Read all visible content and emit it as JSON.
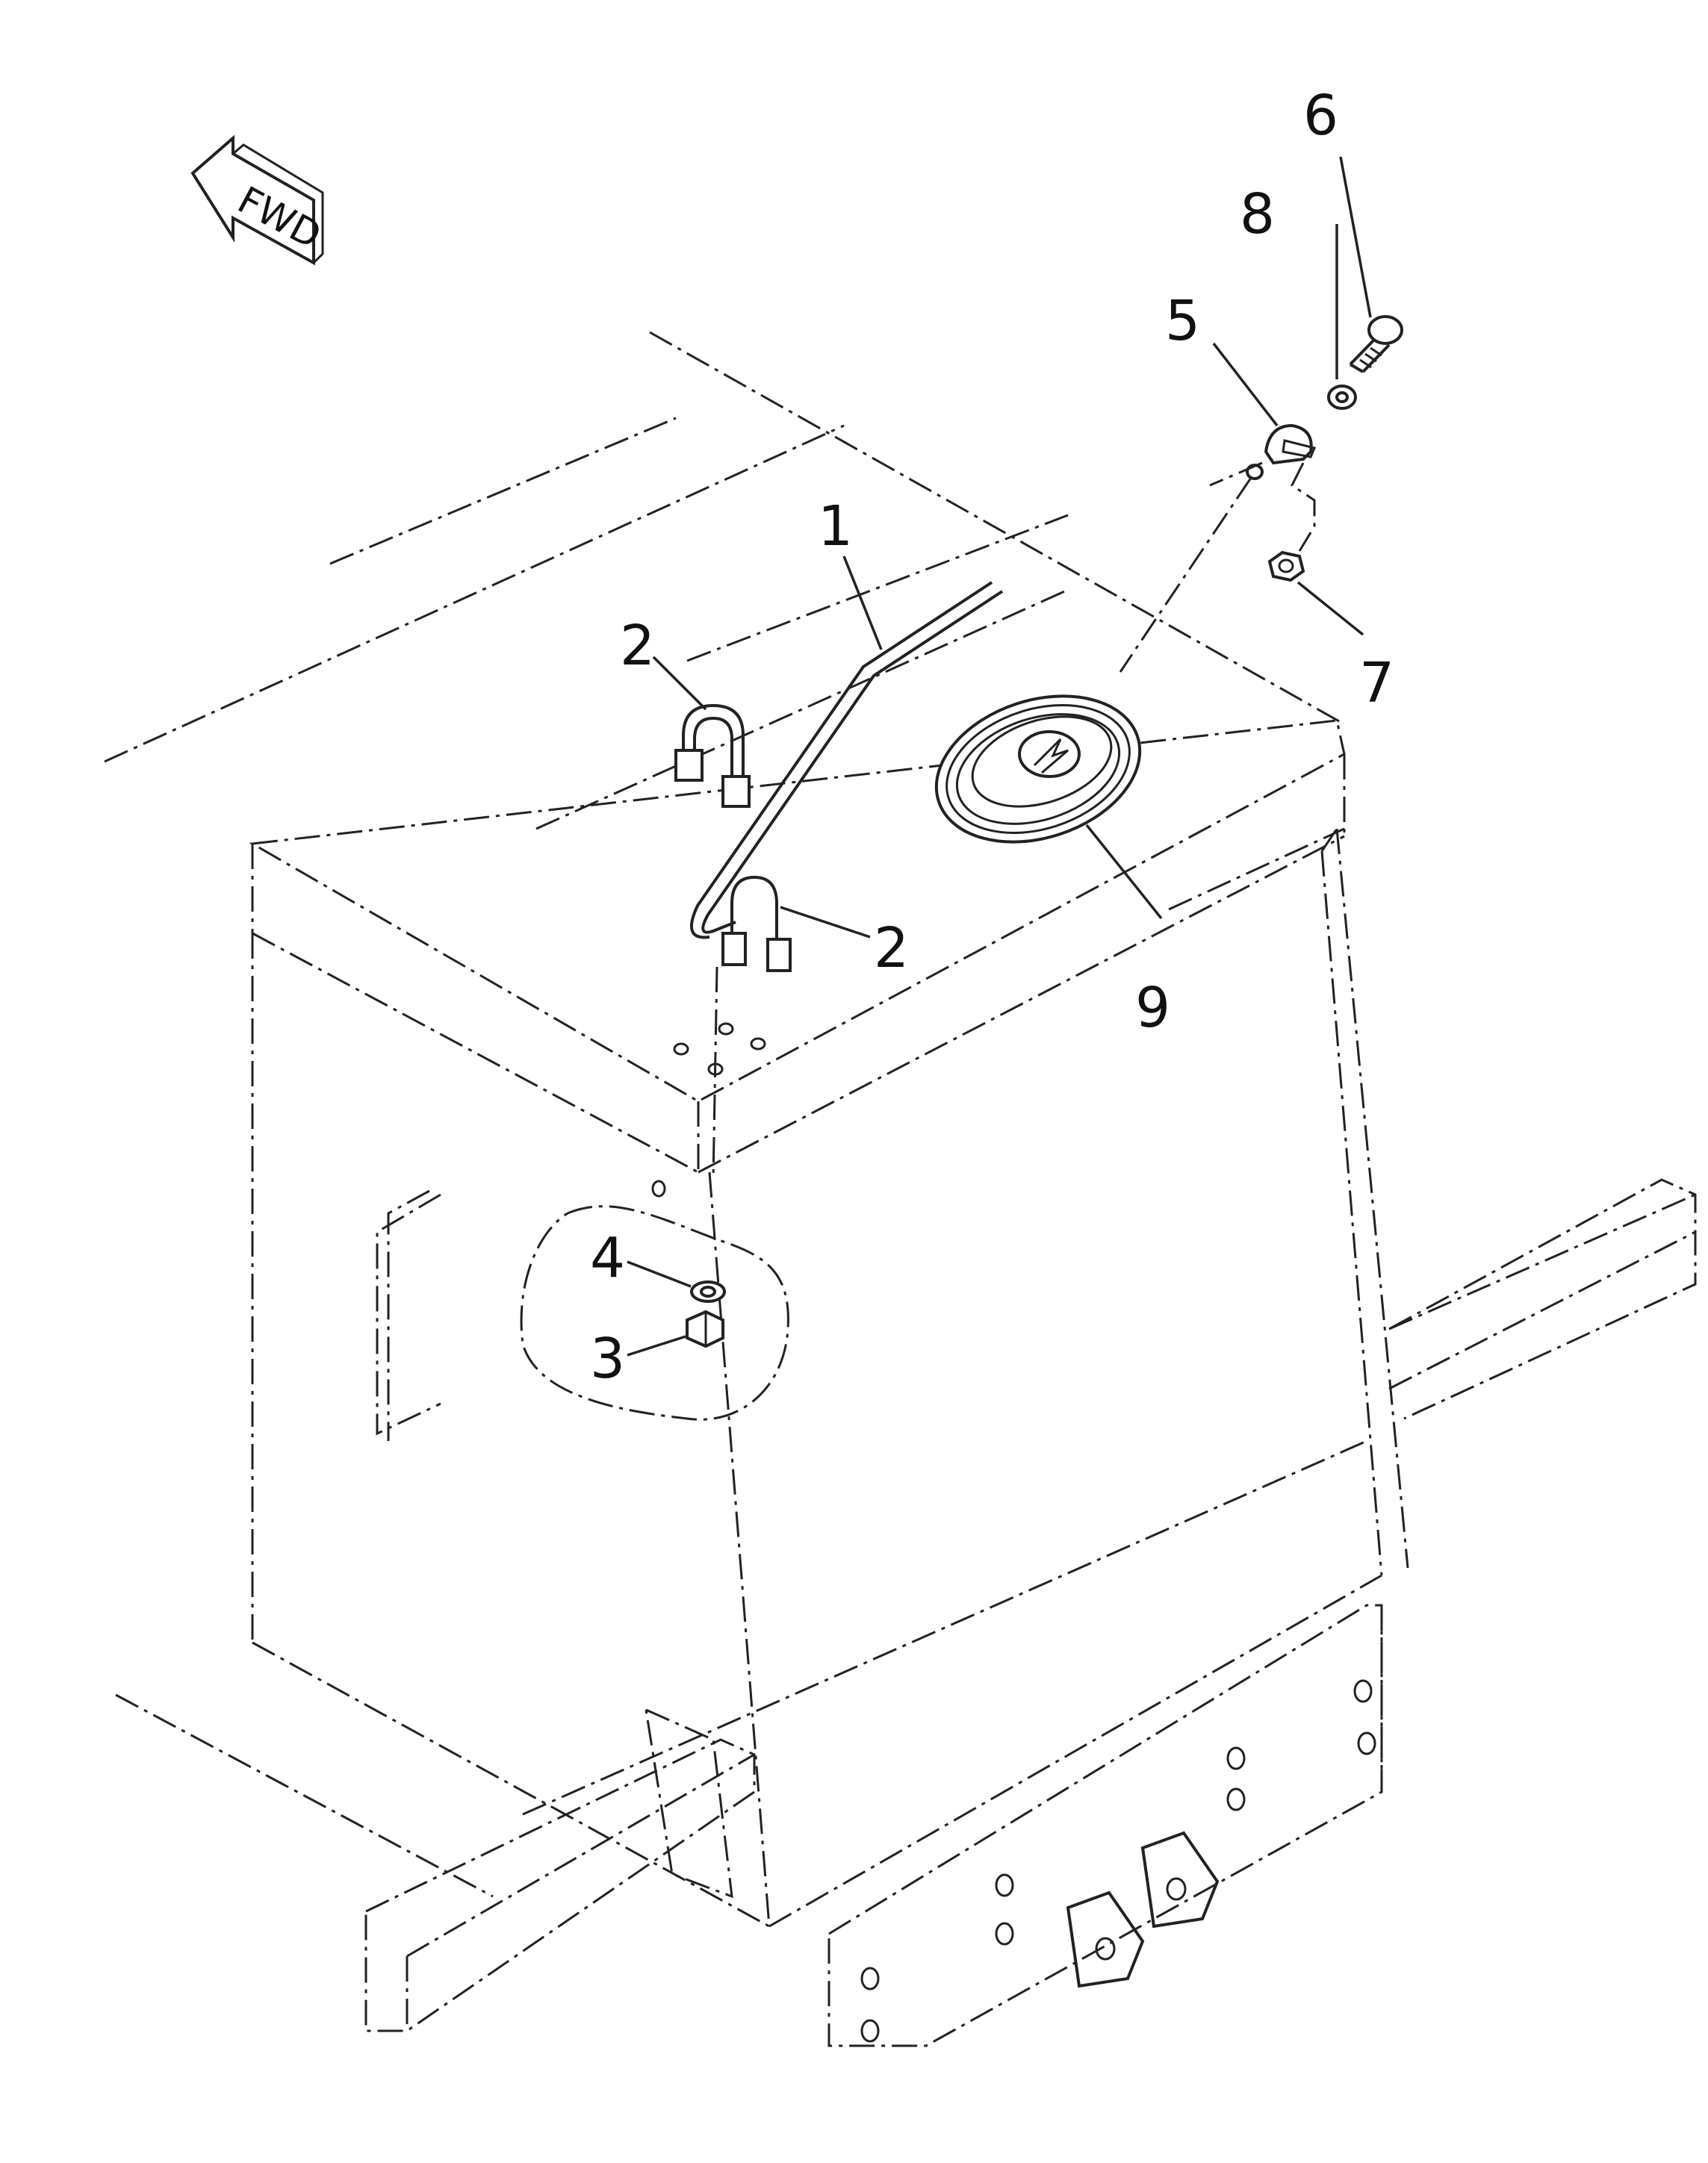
{
  "forward_indicator": {
    "text": "FWD"
  },
  "callouts": [
    {
      "id": "1",
      "text": "1"
    },
    {
      "id": "2a",
      "text": "2"
    },
    {
      "id": "2b",
      "text": "2"
    },
    {
      "id": "3",
      "text": "3"
    },
    {
      "id": "4",
      "text": "4"
    },
    {
      "id": "5",
      "text": "5"
    },
    {
      "id": "6",
      "text": "6"
    },
    {
      "id": "7",
      "text": "7"
    },
    {
      "id": "8",
      "text": "8"
    },
    {
      "id": "9",
      "text": "9"
    }
  ]
}
